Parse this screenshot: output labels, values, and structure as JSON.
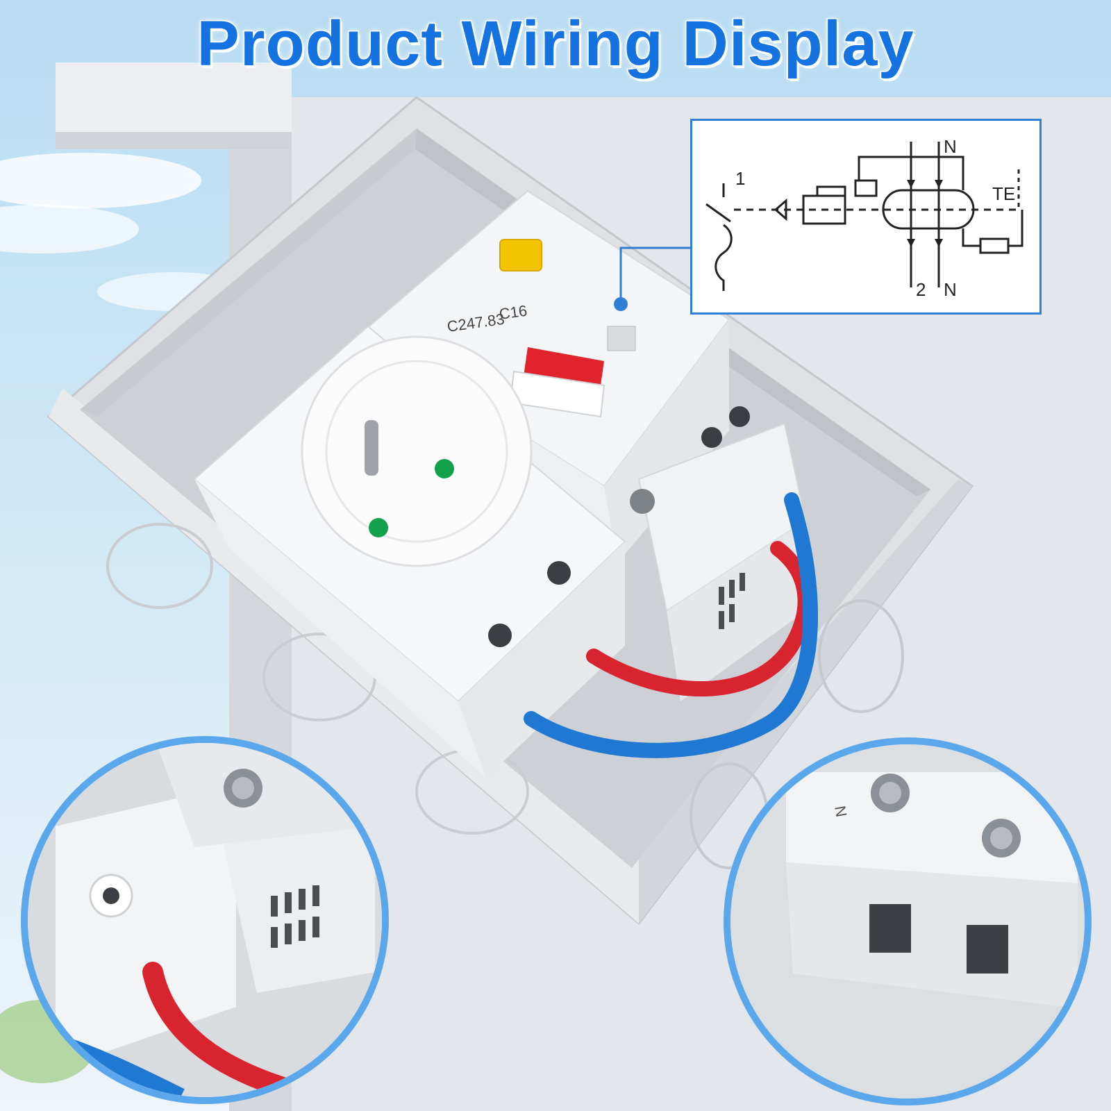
{
  "headline": "Product Wiring Display",
  "device_labels": {
    "model": "C247.83",
    "rating": "C16",
    "terminal_n": "N"
  },
  "diagram": {
    "pole_1": "1",
    "pole_2": "2",
    "neutral_top": "N",
    "neutral_bottom": "N",
    "test": "TE"
  },
  "colors": {
    "headline": "#1473e0",
    "accent_border": "#5aa7ec",
    "live_wire": "#d8242e",
    "neutral_wire": "#1f78d1",
    "test_button": "#f5c400",
    "toggle": "#e0232d"
  }
}
